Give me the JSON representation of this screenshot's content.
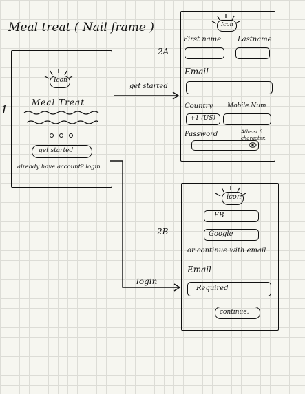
{
  "title": "Meal treat ( Nail frame )",
  "screen1": {
    "number": "1",
    "icon_label": "Icon",
    "app_name": "Meal Treat",
    "cta_label": "get started",
    "login_prompt": "already have account? login"
  },
  "flow": {
    "to_2a_label": "get started",
    "to_2b_label": "login"
  },
  "screen2a": {
    "tag": "2A",
    "icon_label": "Icon",
    "first_name_label": "First name",
    "last_name_label": "Lastname",
    "email_label": "Email",
    "country_label": "Country",
    "mobile_label": "Mobile Num",
    "country_value": "+1 (US)",
    "password_label": "Password",
    "password_hint": "Atleast 8 character."
  },
  "screen2b": {
    "tag": "2B",
    "icon_label": "icon",
    "fb_label": "FB",
    "google_label": "Google",
    "divider_text": "or continue with email",
    "email_label": "Email",
    "email_placeholder": "Required",
    "continue_label": "continue."
  }
}
